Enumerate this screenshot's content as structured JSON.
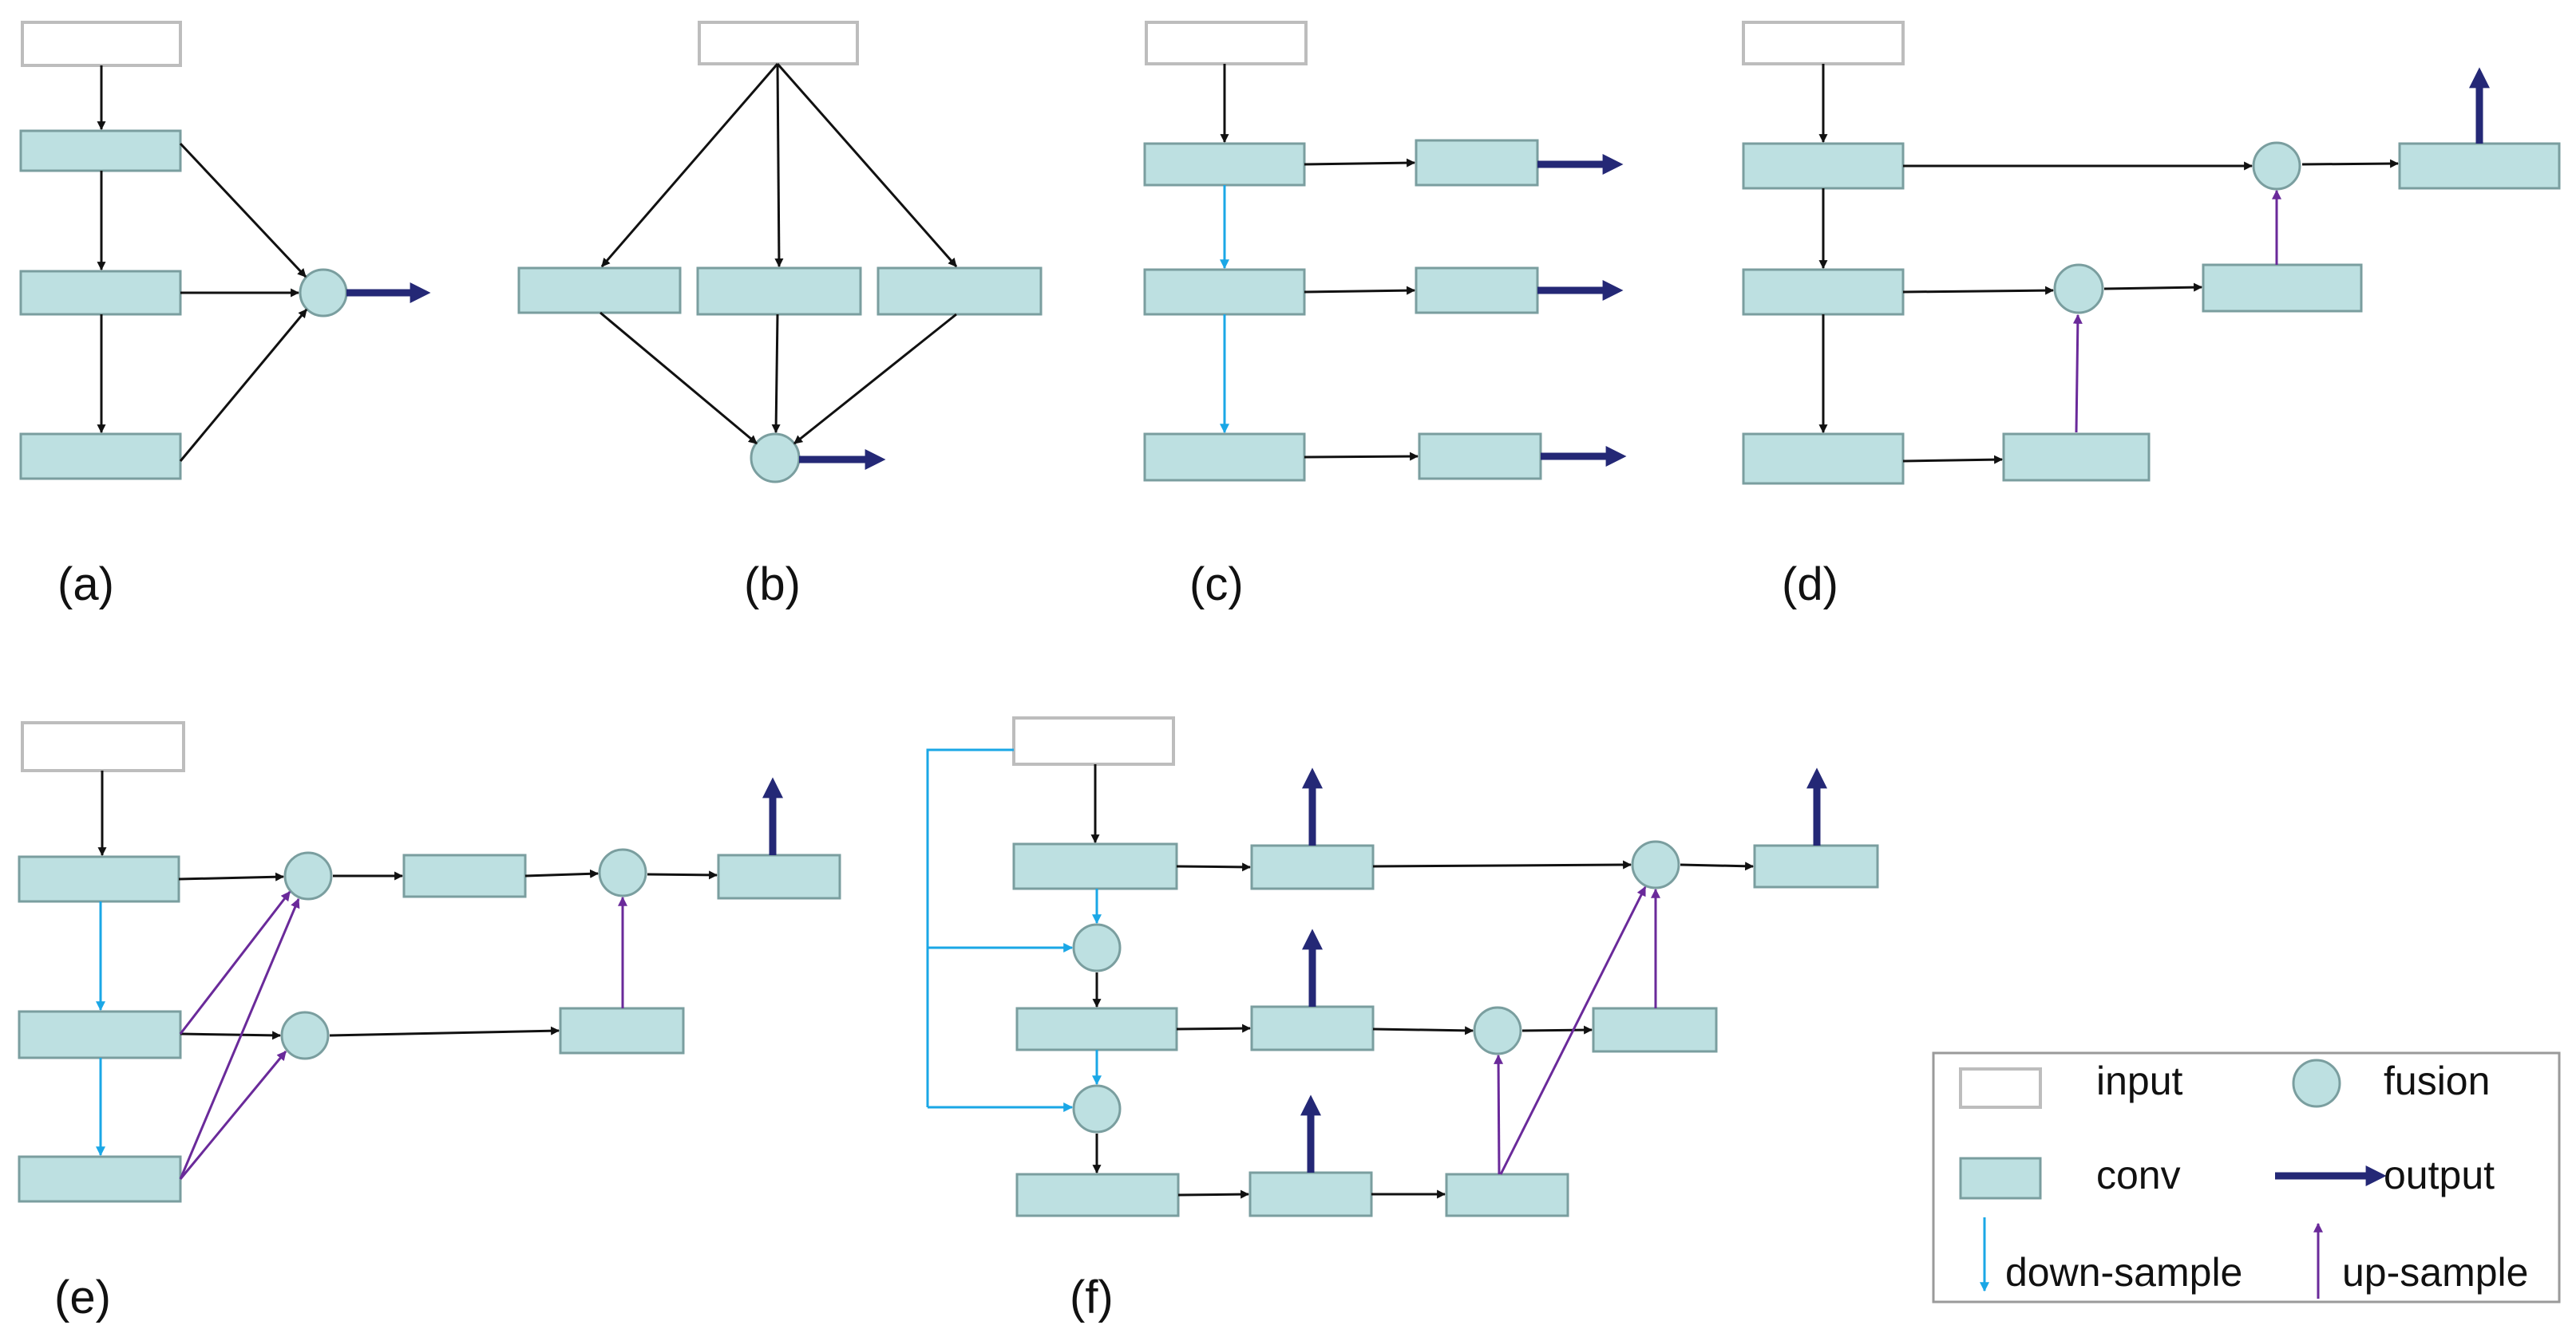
{
  "panel_labels": {
    "a": "(a)",
    "b": "(b)",
    "c": "(c)",
    "d": "(d)",
    "e": "(e)",
    "f": "(f)"
  },
  "legend": {
    "input": "input",
    "fusion": "fusion",
    "conv": "conv",
    "output": "output",
    "down_sample": "down-sample",
    "up_sample": "up-sample"
  },
  "colors": {
    "conv_fill": "#bde0e1",
    "conv_stroke": "#7a9e9f",
    "input_stroke": "#bdbdbd",
    "arrow": "#111111",
    "down_sample": "#1aa7e6",
    "up_sample": "#6a2a9a",
    "output": "#242876"
  },
  "icons": {
    "output_arrow": "thick-right-arrow",
    "down_sample": "down-arrow",
    "up_sample": "up-arrow"
  }
}
